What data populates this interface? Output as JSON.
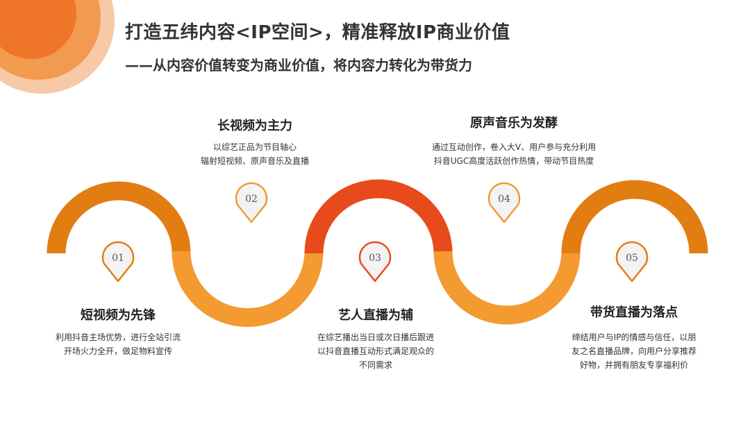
{
  "title": "打造五纬内容<IP空间>，精准释放IP商业价值",
  "subtitle": "——从内容价值转变为商业价值，将内容力转化为带货力",
  "colors": {
    "dark_orange": "#E27D12",
    "red": "#E84B1B",
    "light_orange": "#F39A30"
  },
  "steps": [
    {
      "num": "01",
      "title": "短视频为先锋",
      "desc": [
        "利用抖音主场优势，进行全站引流",
        "开场火力全开，做足物料宣传"
      ]
    },
    {
      "num": "02",
      "title": "长视频为主力",
      "desc": [
        "以综艺正品为节目轴心",
        "辐射短视频、原声音乐及直播"
      ]
    },
    {
      "num": "03",
      "title": "艺人直播为辅",
      "desc": [
        "在综艺播出当日或次日播后跟进",
        "以抖音直播互动形式满足观众的",
        "不同需求"
      ]
    },
    {
      "num": "04",
      "title": "原声音乐为发酵",
      "desc": [
        "通过互动创作，卷入大V、用户参与充分利用",
        "抖音UGC高度活跃创作热情，带动节目热度"
      ]
    },
    {
      "num": "05",
      "title": "带货直播为落点",
      "desc": [
        "缔结用户与IP的情感与信任，以朋",
        "友之名直播品牌，向用户分享推荐",
        "好物，并拥有朋友专享福利价"
      ]
    }
  ]
}
